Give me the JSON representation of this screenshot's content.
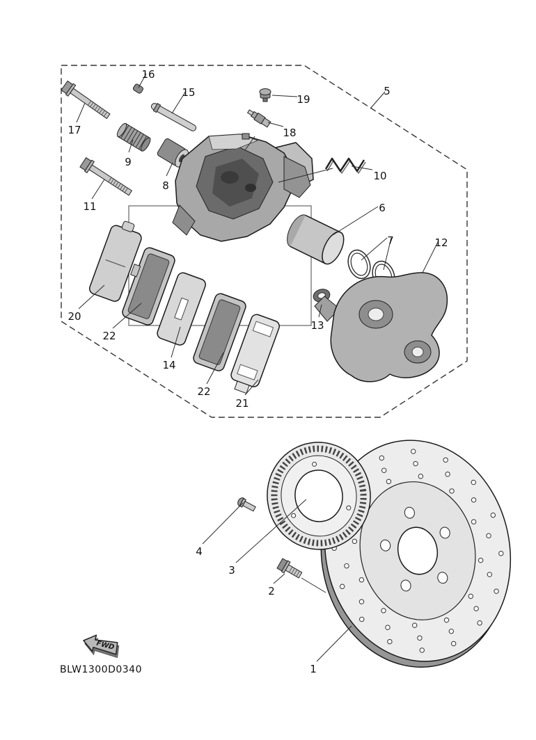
{
  "diagram": {
    "part_code": "BLW1300D0340",
    "fwd_label": "FWD",
    "callouts": [
      "16",
      "15",
      "19",
      "18",
      "5",
      "17",
      "9",
      "8",
      "10",
      "11",
      "6",
      "7",
      "12",
      "13",
      "20",
      "22",
      "14",
      "22",
      "21",
      "4",
      "3",
      "2",
      "1"
    ],
    "colors": {
      "ink": "#1a1a1a",
      "paper": "#ffffff",
      "metal_light": "#cccccc",
      "metal_dark": "#6b6b6b"
    }
  }
}
